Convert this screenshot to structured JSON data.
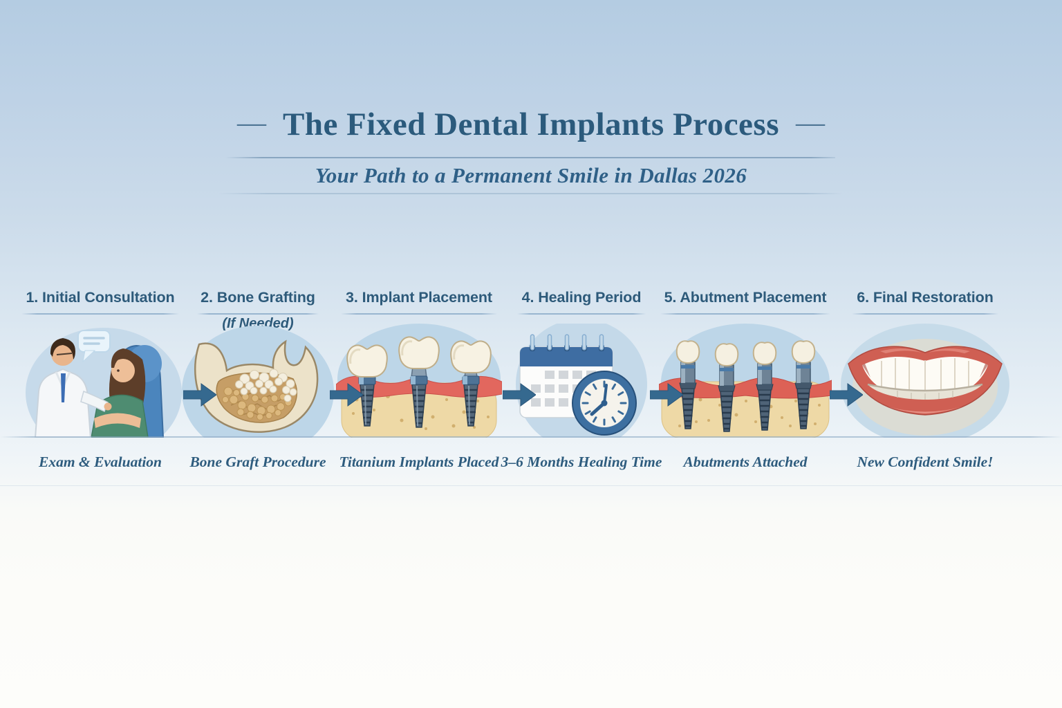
{
  "header": {
    "dash": "—",
    "title": "The Fixed Dental Implants Process",
    "subtitle": "Your Path to a Permanent Smile in Dallas 2026"
  },
  "steps": [
    {
      "heading": "1. Initial Consultation",
      "subheading": "",
      "caption": "Exam & Evaluation",
      "icon": "dentist-patient-consultation-illustration"
    },
    {
      "heading": "2. Bone Grafting",
      "subheading": "(If Needed)",
      "caption": "Bone Graft Procedure",
      "icon": "jawbone-graft-illustration"
    },
    {
      "heading": "3. Implant Placement",
      "subheading": "",
      "caption": "Titanium Implants Placed",
      "icon": "implants-crowns-illustration"
    },
    {
      "heading": "4. Healing Period",
      "subheading": "",
      "caption": "3–6 Months Healing Time",
      "icon": "calendar-clock-illustration"
    },
    {
      "heading": "5. Abutment Placement",
      "subheading": "",
      "caption": "Abutments Attached",
      "icon": "abutments-illustration"
    },
    {
      "heading": "6. Final Restoration",
      "subheading": "",
      "caption": "New Confident Smile!",
      "icon": "smile-illustration"
    }
  ],
  "palette": {
    "background_top": "#b4cce2",
    "background_bottom": "#fdfdfa",
    "title_text": "#2b5a7c",
    "heading_text": "#2d5a7a",
    "caption_text": "#2e5c7e",
    "arrow": "#33678f",
    "step_circle": "#c2d8e8",
    "gum": "#e0655c",
    "bone": "#eed9a6",
    "implant_metal": "#55687a",
    "calendar_header": "#3e6da2",
    "clock_rim": "#3d6fa0",
    "lips": "#cf5f53",
    "chair_blue": "#4b85bd",
    "shirt_green": "#4e8c71",
    "jaw_cream": "#ece2c9",
    "graft_tan": "#c69e66"
  }
}
